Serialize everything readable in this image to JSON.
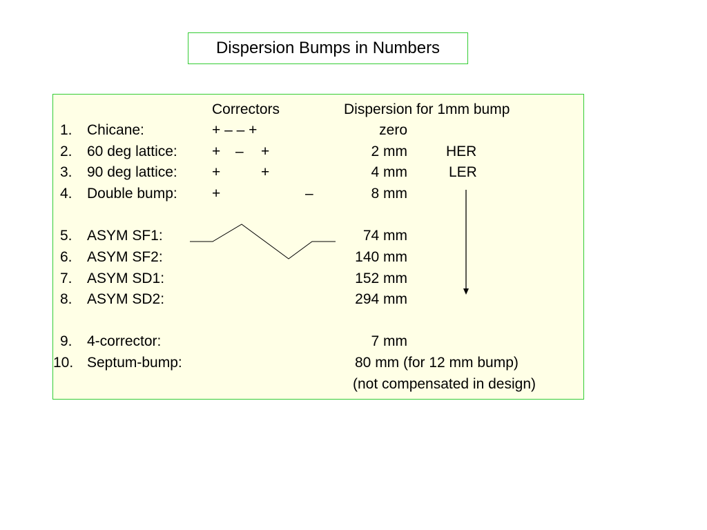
{
  "title": "Dispersion Bumps in Numbers",
  "headers": {
    "correctors": "Correctors",
    "dispersion": "Dispersion for 1mm bump"
  },
  "rows": [
    {
      "num": "1.",
      "name": "Chicane:",
      "dispersion": "zero"
    },
    {
      "num": "2.",
      "name": "60 deg lattice:",
      "dispersion": "2 mm"
    },
    {
      "num": "3.",
      "name": "90 deg lattice:",
      "dispersion": "4 mm"
    },
    {
      "num": "4.",
      "name": "Double bump:",
      "dispersion": "8 mm"
    },
    {
      "num": "5.",
      "name": "ASYM SF1:",
      "dispersion": "74 mm"
    },
    {
      "num": "6.",
      "name": "ASYM SF2:",
      "dispersion": "140 mm"
    },
    {
      "num": "7.",
      "name": "ASYM SD1:",
      "dispersion": "152 mm"
    },
    {
      "num": "8.",
      "name": "ASYM SD2:",
      "dispersion": "294 mm"
    },
    {
      "num": "9.",
      "name": "4-corrector:",
      "dispersion": "7 mm"
    },
    {
      "num": "10.",
      "name": "Septum-bump:",
      "dispersion": "80 mm (for 12 mm bump)"
    }
  ],
  "note": "(not compensated in design)",
  "correctors": {
    "chicane": "+  – – +",
    "lattice60": [
      "+",
      "–",
      "+"
    ],
    "lattice90": [
      "+",
      "+"
    ],
    "double": [
      "+",
      "–"
    ]
  },
  "ring_labels": {
    "her": "HER",
    "ler": "LER"
  }
}
